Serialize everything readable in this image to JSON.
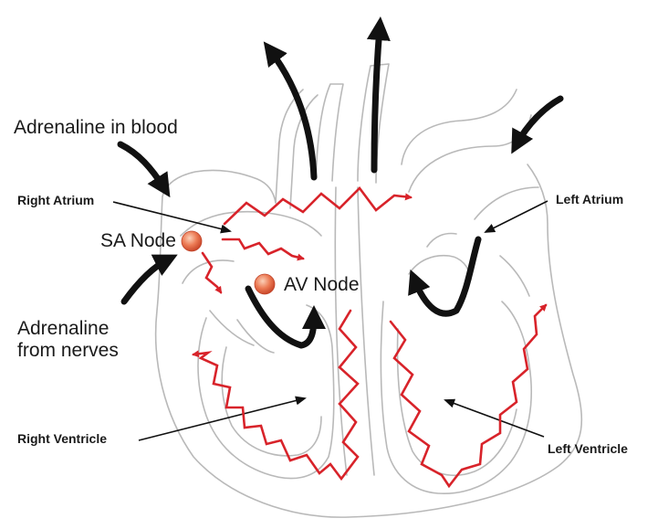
{
  "labels": {
    "adrenaline_blood": "Adrenaline in blood",
    "right_atrium": "Right Atrium",
    "sa_node": "SA Node",
    "av_node": "AV Node",
    "adrenaline_nerves_line1": "Adrenaline",
    "adrenaline_nerves_line2": "from nerves",
    "left_atrium": "Left Atrium",
    "right_ventricle": "Right Ventricle",
    "left_ventricle": "Left Ventricle"
  },
  "colors": {
    "outline": "#b9b9b9",
    "arrow": "#111111",
    "signal": "#d8232a",
    "node": "#e8734d"
  }
}
